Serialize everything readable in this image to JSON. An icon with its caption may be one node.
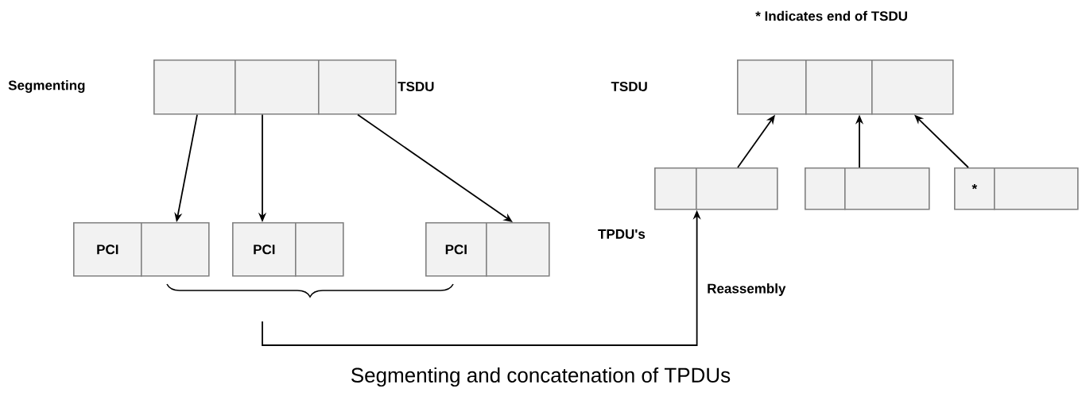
{
  "diagram": {
    "caption": "Segmenting and concatenation of TPDUs",
    "nodes": [
      {
        "text": [],
        "shape": "box"
      },
      {
        "text": [],
        "shape": "box"
      },
      {
        "text": [],
        "shape": "box"
      },
      {
        "text": [],
        "shape": "box"
      },
      {
        "text": [],
        "shape": "box"
      },
      {
        "text": [],
        "shape": "box"
      },
      {
        "text": [],
        "shape": "box"
      },
      {
        "text": [],
        "shape": "box"
      },
      {
        "text": [],
        "shape": "box"
      },
      {
        "text": [],
        "shape": "box"
      },
      {
        "text": [
          "*"
        ]
      },
      {
        "text": [],
        "shape": "box"
      },
      {
        "text": [
          "PCI"
        ]
      },
      {
        "text": [],
        "shape": "box"
      },
      {
        "text": [
          "PCI"
        ]
      },
      {
        "text": [],
        "shape": "box"
      },
      {
        "text": [
          "PCI"
        ]
      },
      {
        "text": [],
        "shape": "box"
      }
    ],
    "edges": [
      {
        "from": 0,
        "to": 13,
        "arrow": "to"
      },
      {
        "from": 1,
        "to": 14,
        "arrow": "to"
      },
      {
        "from": 2,
        "to": 17,
        "arrow": "to"
      },
      {
        "from": 7,
        "to": 3,
        "arrow": "to"
      },
      {
        "from": 9,
        "to": 4,
        "arrow": "to"
      },
      {
        "from": 10,
        "to": 5,
        "arrow": "to"
      },
      {
        "from": null,
        "to": 6,
        "arrow": "to",
        "label": "Reassembly"
      }
    ],
    "labels": [
      "* Indicates end of TSDU",
      "Segmenting",
      "TSDU",
      "TSDU",
      "TPDU's"
    ]
  }
}
